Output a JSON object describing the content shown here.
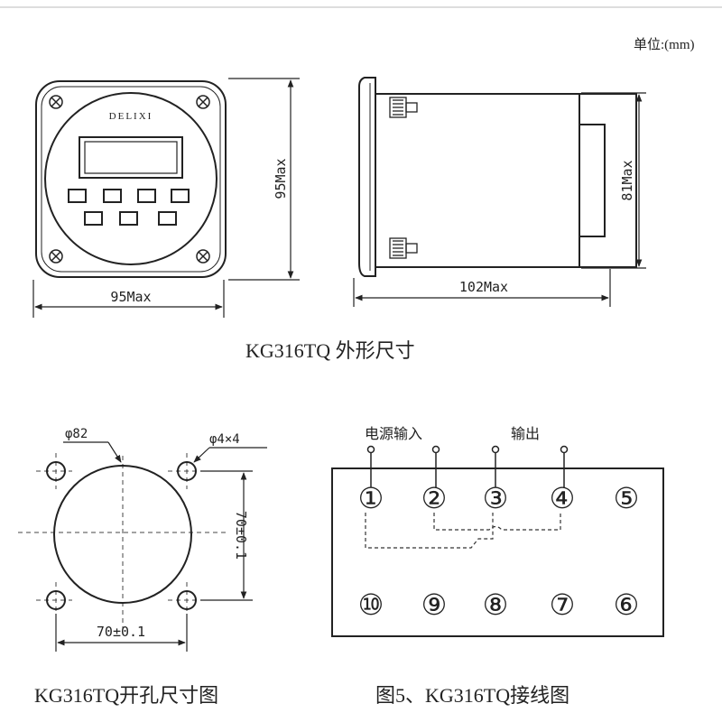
{
  "unit_note": "单位:(mm)",
  "outline": {
    "front": {
      "brand": "DELIXI",
      "width_label": "95Max",
      "height_label": "95Max"
    },
    "side": {
      "length_label": "102Max",
      "height_label": "81Max"
    },
    "caption": "KG316TQ 外形尺寸"
  },
  "cutout": {
    "diameter_label": "φ82",
    "holes_label": "φ4×4",
    "horizontal_label": "70±0.1",
    "vertical_label": "70±0.1",
    "caption": "KG316TQ开孔尺寸图"
  },
  "wiring": {
    "power_input_label": "电源输入",
    "output_label": "输出",
    "terminals_top": [
      "①",
      "②",
      "③",
      "④",
      "⑤"
    ],
    "terminals_bottom": [
      "⑩",
      "⑨",
      "⑧",
      "⑦",
      "⑥"
    ],
    "caption": "图5、KG316TQ接线图"
  },
  "colors": {
    "ink": "#222222",
    "background": "#ffffff"
  }
}
